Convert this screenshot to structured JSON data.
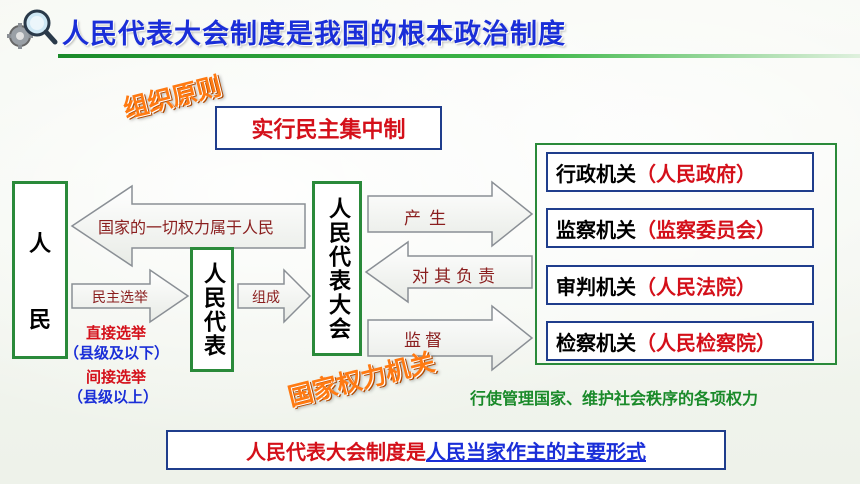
{
  "title": "人民代表大会制度是我国的根本政治制度",
  "labels": {
    "organization_principle": "组织原则",
    "state_power_organ": "国家权力机关"
  },
  "central_box": "实行民主集中制",
  "people": [
    "人",
    "民"
  ],
  "representatives": "人民代表",
  "npc": "人民代表大会",
  "arrows": {
    "power_belongs": "国家的一切权力属于人民",
    "democratic_election": "民主选举",
    "compose": "组成",
    "produce": "产生",
    "responsible": "对其负责",
    "supervise": "监督"
  },
  "election_notes": {
    "direct": "直接选举",
    "direct_scope": "（县级及以下）",
    "indirect": "间接选举",
    "indirect_scope": "（县级以上）"
  },
  "organs": [
    {
      "name": "行政机关",
      "detail": "（人民政府）"
    },
    {
      "name": "监察机关",
      "detail": "（监察委员会）"
    },
    {
      "name": "审判机关",
      "detail": "（人民法院）"
    },
    {
      "name": "检察机关",
      "detail": "（人民检察院）"
    }
  ],
  "powers_note": "行使管理国家、维护社会秩序的各项权力",
  "bottom": {
    "lead": "人民代表大会制度是",
    "emphasis": "人民当家作主的主要形式"
  },
  "colors": {
    "title_blue": "#1a2ed8",
    "accent_red": "#d4101a",
    "accent_green": "#1a8a2a",
    "label_orange": "#ff7a12"
  }
}
